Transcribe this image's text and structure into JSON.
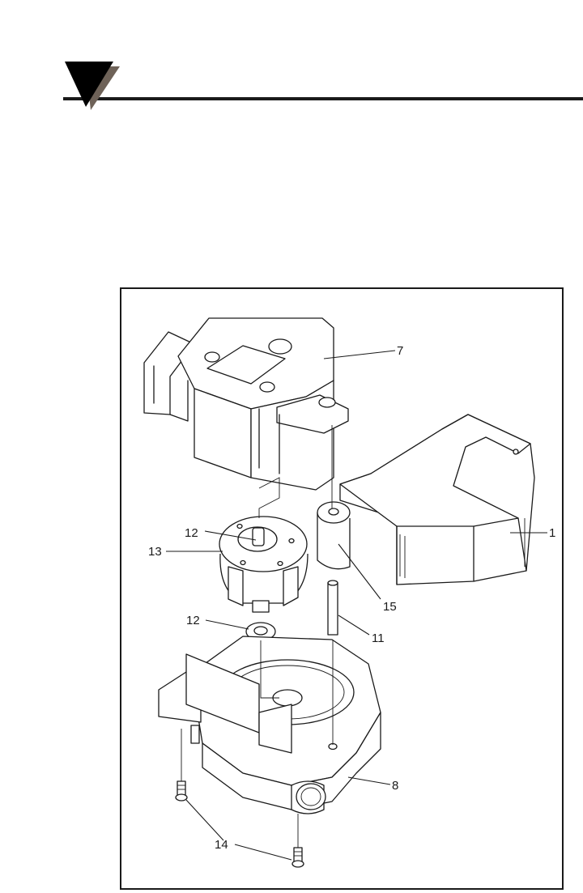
{
  "figure": {
    "callouts": {
      "c7": "7",
      "c1": "1",
      "c12a": "12",
      "c13": "13",
      "c15": "15",
      "c12b": "12",
      "c11": "11",
      "c8": "8",
      "c14": "14"
    }
  },
  "colors": {
    "ink": "#1a1a1a",
    "logo_black": "#000000",
    "logo_shadow": "#6e6258",
    "paper": "#ffffff"
  }
}
